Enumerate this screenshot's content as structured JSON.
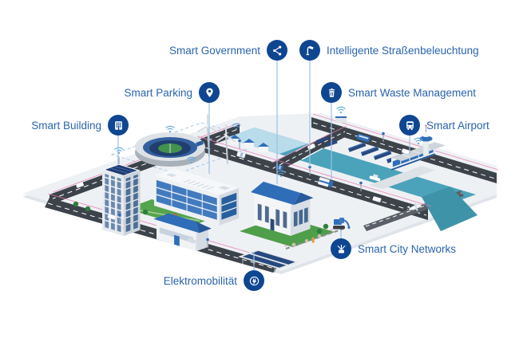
{
  "figure": {
    "type": "isometric-smart-city-infographic"
  },
  "colors": {
    "label_text": "#2a64ae",
    "icon_circle_bg": "#0e4691",
    "icon_glyph": "#ffffff",
    "connector_line": "#9cc0e4",
    "canal_teal": "#4aa3ba",
    "canal_light": "#b9dcea",
    "platform_gray": "#eef1f4",
    "road_dark": "#3d434b",
    "grass_green": "#56a44e",
    "roof_blue": "#2f6db8",
    "solar_navy": "#27497e",
    "network_pink": "#e87fb4",
    "wifi_blue": "#58a6e0"
  },
  "callouts": [
    {
      "id": "smart-government",
      "label": "Smart Government",
      "icon": "share-icon"
    },
    {
      "id": "intelligente-strassenbeleuchtung",
      "label": "Intelligente Straßenbeleuchtung",
      "icon": "street-lamp-icon"
    },
    {
      "id": "smart-parking",
      "label": "Smart Parking",
      "icon": "location-pin-icon"
    },
    {
      "id": "smart-waste-management",
      "label": "Smart Waste Management",
      "icon": "waste-bin-icon"
    },
    {
      "id": "smart-building",
      "label": "Smart Building",
      "icon": "building-icon"
    },
    {
      "id": "smart-airport",
      "label": "Smart Airport",
      "icon": "shuttle-bus-icon"
    },
    {
      "id": "smart-city-networks",
      "label": "Smart City Networks",
      "icon": "fiber-network-icon"
    },
    {
      "id": "elektromobilitaet",
      "label": "Elektromobilität",
      "icon": "ev-charging-icon"
    }
  ],
  "scene": {
    "elements": [
      "stadium",
      "wind-turbines",
      "residential-tower",
      "office-building",
      "government-building",
      "school-building",
      "city-park",
      "canal",
      "row-houses",
      "solar-panel-field",
      "airport-terminal",
      "control-tower",
      "runway",
      "bus-stop",
      "ev-carport",
      "fiber-trench-excavator",
      "roads",
      "vehicles",
      "street-lamps",
      "wifi-hotspots",
      "fiber-network-lines"
    ]
  }
}
